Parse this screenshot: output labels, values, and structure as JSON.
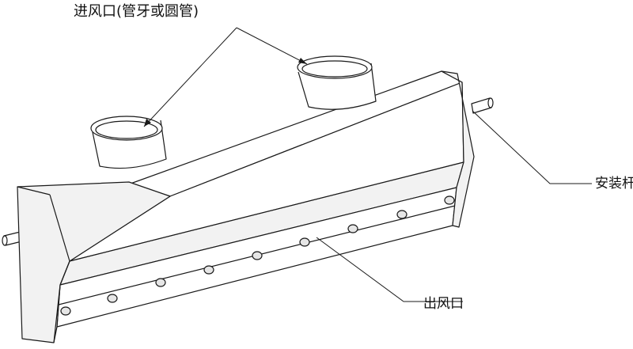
{
  "labels": {
    "inlet": "进风口(管牙或圆管)",
    "mounting_rod": "安装杆",
    "outlet": "出风口"
  },
  "colors": {
    "line": "#1a1a1a",
    "face_light": "#ffffff",
    "face_shade": "#f2f2f2",
    "hole_fill": "#e6e6e6"
  }
}
